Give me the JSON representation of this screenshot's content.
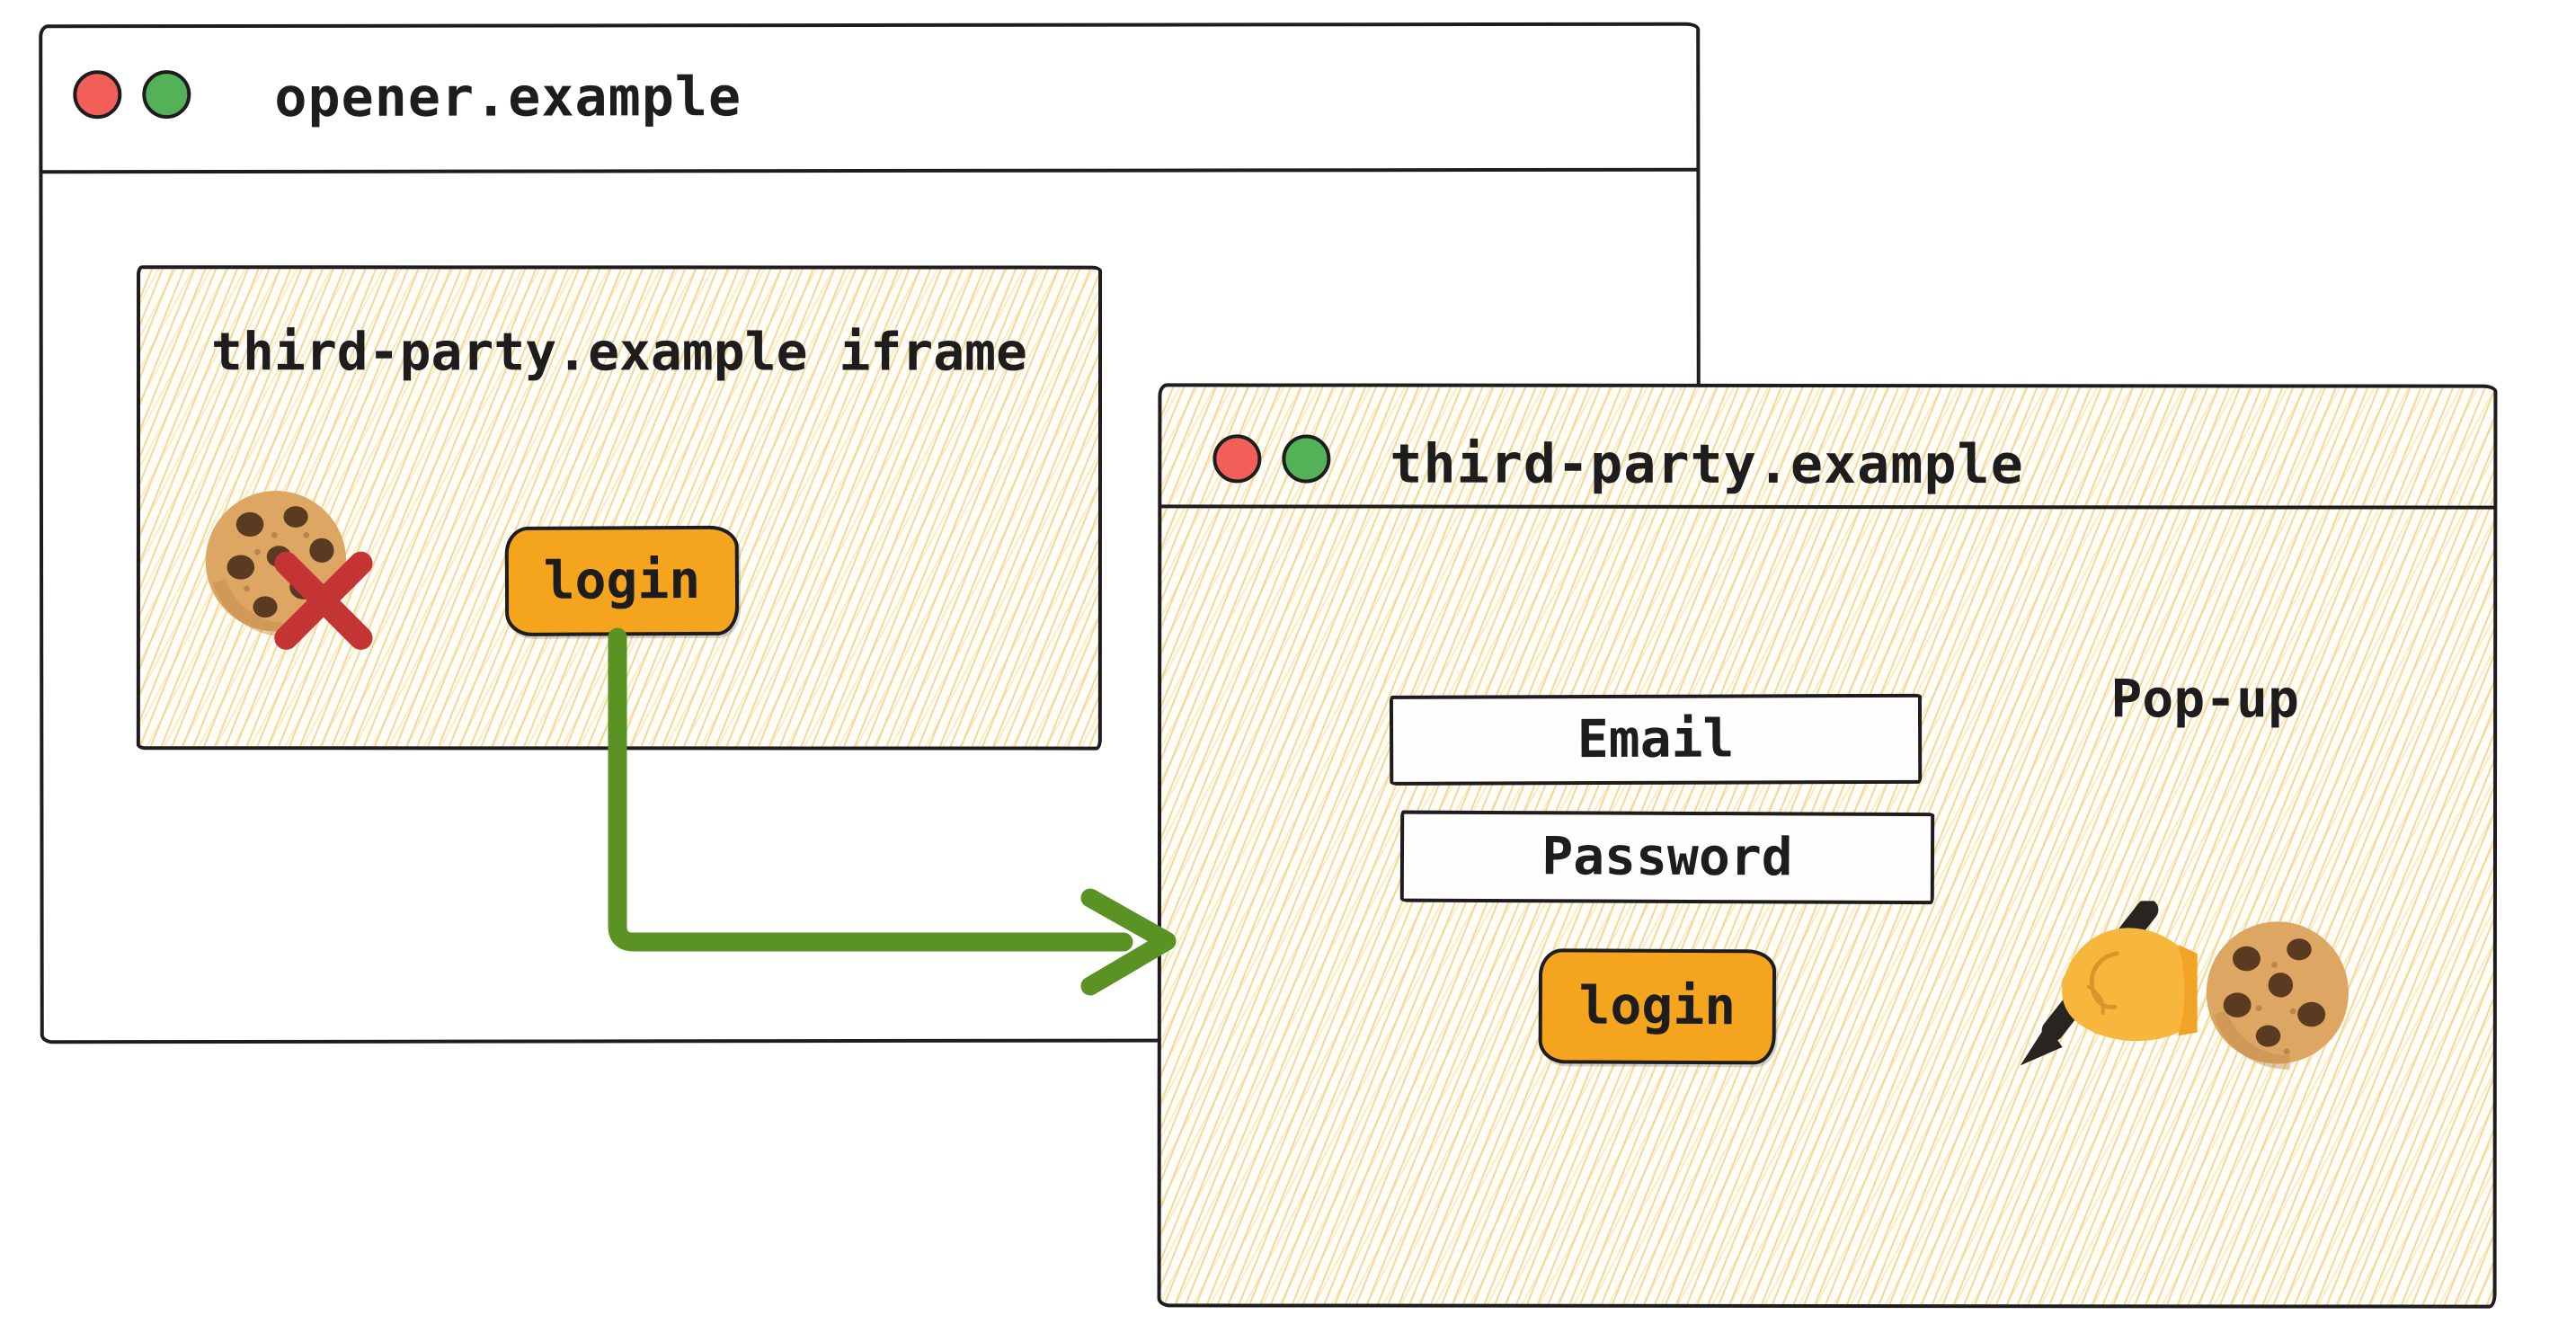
{
  "opener_window": {
    "title": "opener.example",
    "controls": [
      "red-dot",
      "green-dot"
    ],
    "iframe": {
      "label": "third-party.example iframe",
      "login_button_label": "login",
      "icons": [
        "cookie-icon",
        "cross-mark-icon"
      ]
    }
  },
  "popup_window": {
    "title": "third-party.example",
    "controls": [
      "red-dot",
      "green-dot"
    ],
    "annotation": "Pop-up",
    "email_field_placeholder": "Email",
    "password_field_placeholder": "Password",
    "login_button_label": "login",
    "icons": [
      "writing-hand-icon",
      "cookie-icon"
    ]
  },
  "flow_arrow": {
    "from": "iframe-login-button",
    "to": "popup-window",
    "color": "#5a9224"
  },
  "colors": {
    "ink": "#1d1d1d",
    "button_orange": "#f4a41d",
    "hatch_cream": "#f1d38b",
    "arrow_green": "#5a9224",
    "cross_red": "#c53434",
    "dot_red": "#f15f58",
    "dot_green": "#53b257",
    "cookie_base": "#dda662",
    "cookie_chip": "#5a3b22"
  }
}
